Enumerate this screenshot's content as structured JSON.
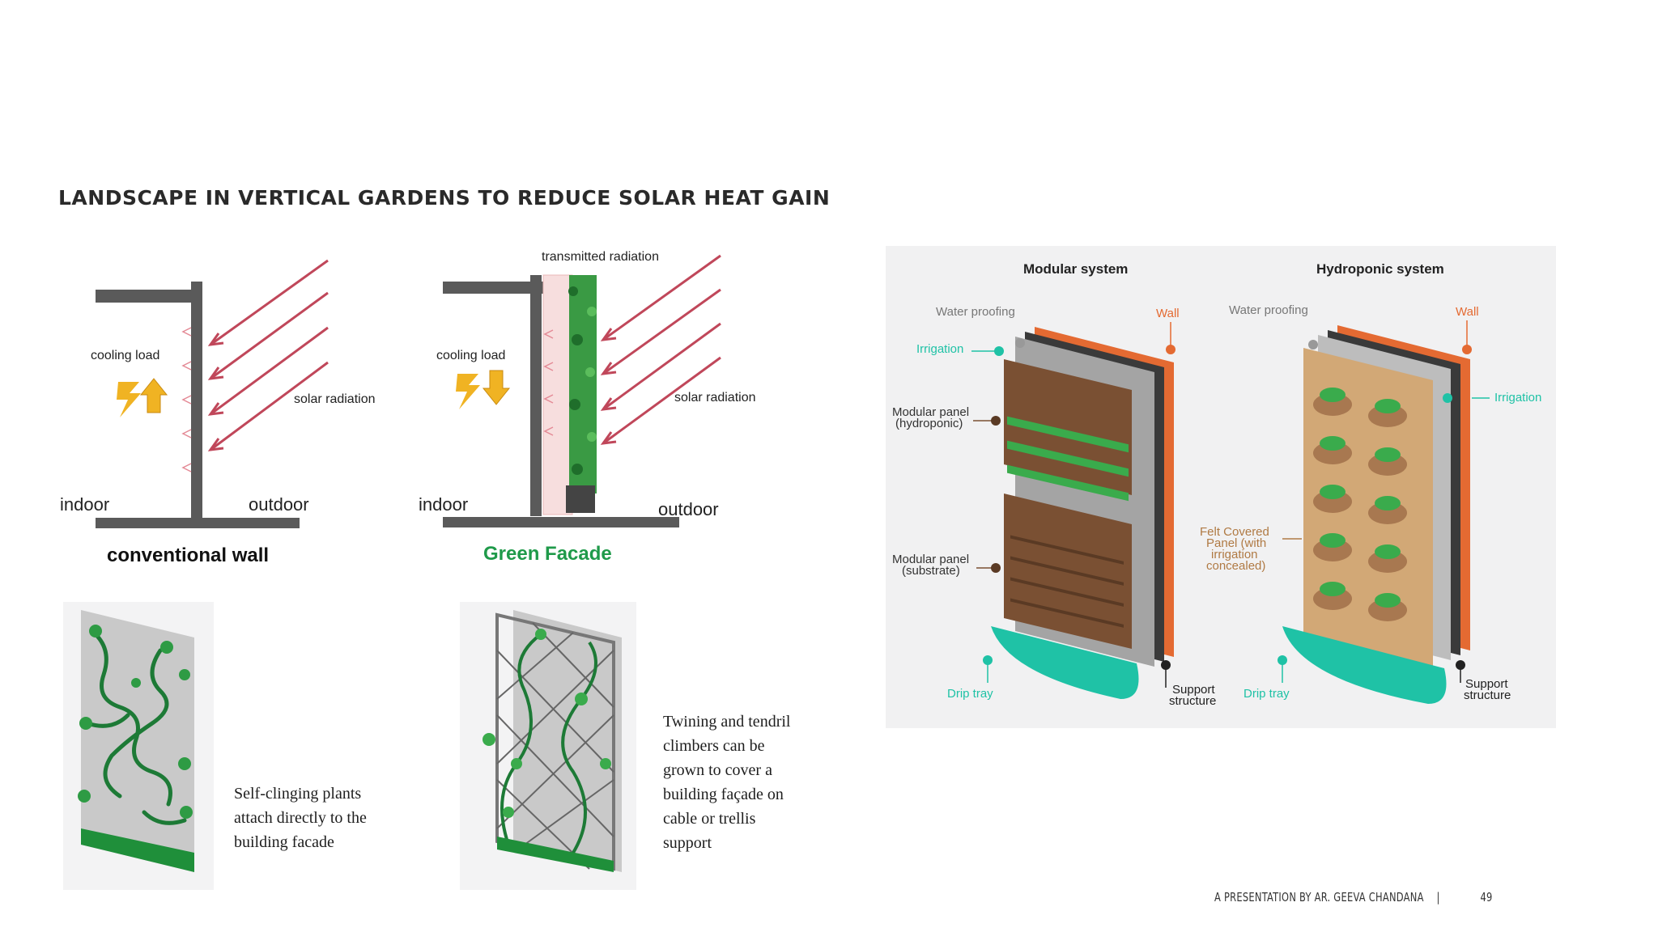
{
  "slide": {
    "title": "LANDSCAPE IN VERTICAL GARDENS TO REDUCE SOLAR HEAT GAIN",
    "footer": {
      "credit": "A PRESENTATION BY AR. GEEVA CHANDANA",
      "separator": "|",
      "page_number": "49"
    }
  },
  "conventional_wall": {
    "cooling_load": "cooling load",
    "solar_radiation": "solar radiation",
    "indoor": "indoor",
    "outdoor": "outdoor",
    "caption": "conventional wall"
  },
  "green_facade": {
    "transmitted_radiation": "transmitted radiation",
    "cooling_load": "cooling load",
    "solar_radiation": "solar radiation",
    "indoor": "indoor",
    "outdoor": "outdoor",
    "caption": "Green Facade"
  },
  "plant_captions": {
    "self_clinging": [
      "Self-clinging plants",
      "attach directly to the",
      "building facade"
    ],
    "twining": [
      "Twining and tendril",
      "climbers can be",
      "grown to cover a",
      "building façade on",
      "cable or trellis",
      "support"
    ]
  },
  "systems": {
    "modular": {
      "title": "Modular system",
      "water_proofing": "Water proofing",
      "wall": "Wall",
      "irrigation": "Irrigation",
      "panel_hydroponic": [
        "Modular panel",
        "(hydroponic)"
      ],
      "panel_substrate": [
        "Modular panel",
        "(substrate)"
      ],
      "drip_tray": "Drip tray",
      "support": [
        "Support",
        "structure"
      ]
    },
    "hydroponic": {
      "title": "Hydroponic system",
      "water_proofing": "Water proofing",
      "wall": "Wall",
      "irrigation": "Irrigation",
      "felt_panel": [
        "Felt Covered",
        "Panel (with",
        "irrigation",
        "concealed)"
      ],
      "drip_tray": "Drip tray",
      "support": [
        "Support",
        "structure"
      ]
    }
  },
  "colors": {
    "wall_gray": "#5a5a5a",
    "ray_red": "#c0475a",
    "arrow_yellow": "#f0b323",
    "green_caption": "#1f9a4a",
    "teal": "#1fc2a6",
    "orange_wall": "#e46a32",
    "panel_brown": "#7a5033"
  }
}
